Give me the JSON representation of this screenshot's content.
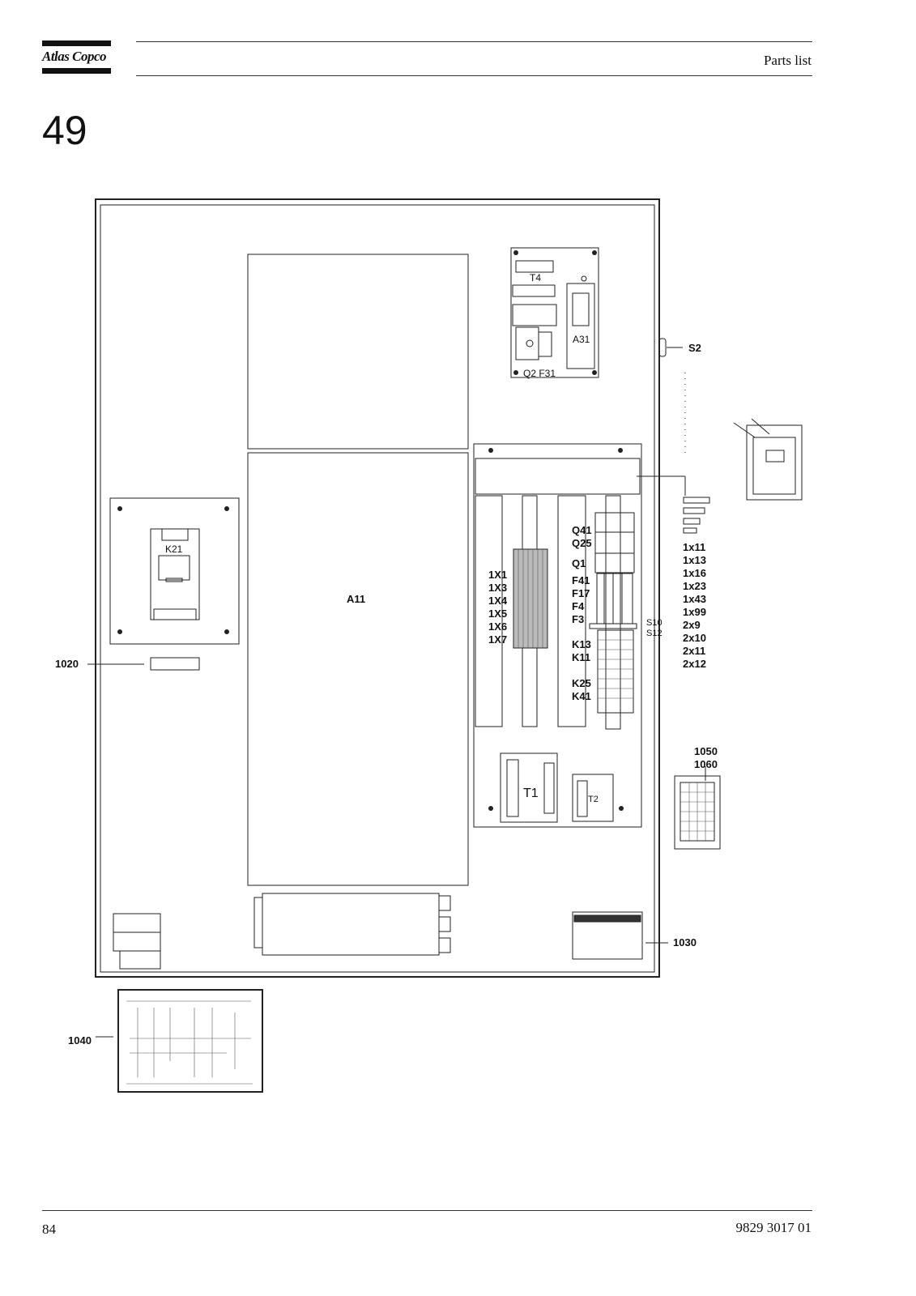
{
  "header": {
    "brand": "Atlas Copco",
    "title": "Parts list"
  },
  "section_number": "49",
  "drawing": {
    "cabinet_label": "A11",
    "contactor_label": "K21",
    "transformer_t4": "T4",
    "controller_a31": "A31",
    "breaker_labels": "Q2 F31",
    "switch_label": "S2",
    "terminal_labels": [
      "1X1",
      "1X3",
      "1X4",
      "1X5",
      "1X6",
      "1X7"
    ],
    "breaker_list": [
      "Q41",
      "Q25",
      "Q1",
      "F41",
      "F17",
      "F4",
      "F3",
      "K13",
      "K11",
      "K25",
      "K41"
    ],
    "switch_pair": [
      "S10",
      "S12"
    ],
    "connector_list": [
      "1x11",
      "1x13",
      "1x16",
      "1x23",
      "1x43",
      "1x99",
      "2x9",
      "2x10",
      "2x11",
      "2x12"
    ],
    "transformer_t1": "T1",
    "transformer_t2": "T2",
    "callout_1020": "1020",
    "callout_1030": "1030",
    "callout_1040": "1040",
    "callout_1050": "1050",
    "callout_1060": "1060"
  },
  "footer": {
    "page_number": "84",
    "doc_number": "9829 3017 01"
  }
}
